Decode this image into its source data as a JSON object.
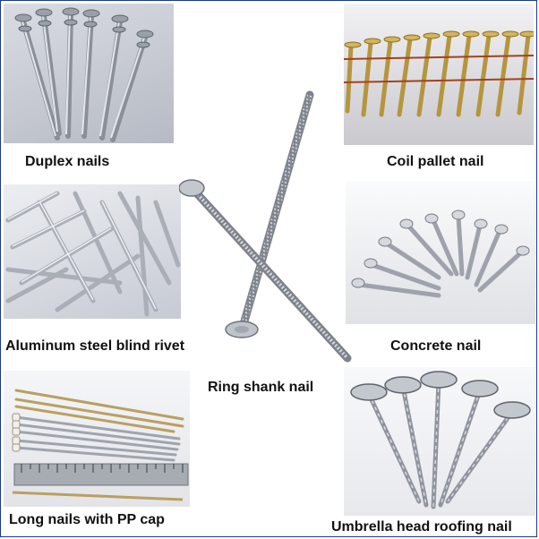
{
  "captions": {
    "duplex": "Duplex nails",
    "coil_pallet": "Coil pallet nail",
    "blind_rivet": "Aluminum steel blind rivet",
    "concrete": "Concrete nail",
    "ring_shank": "Ring shank nail",
    "long_pp_cap": "Long nails with PP cap",
    "umbrella": "Umbrella head roofing nail"
  }
}
